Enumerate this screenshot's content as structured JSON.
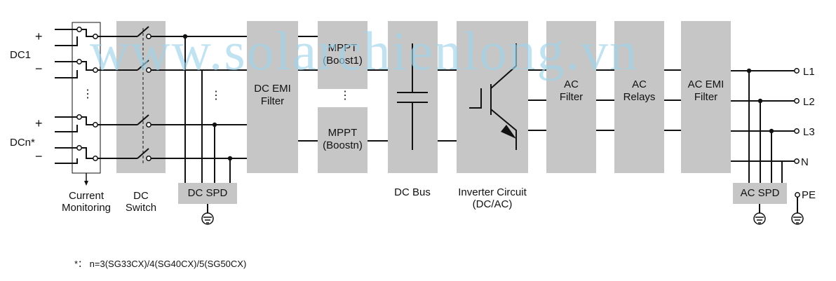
{
  "inputs": {
    "dc1": "DC1",
    "dcn": "DCn*",
    "plus": "+",
    "minus": "−",
    "dots": "⋮"
  },
  "blocks": {
    "current_monitoring": "Current\nMonitoring",
    "dc_switch": "DC\nSwitch",
    "dc_spd": "DC SPD",
    "dc_emi_filter": "DC EMI\nFilter",
    "mppt1": "MPPT\n(Boost1)",
    "mpptn": "MPPT\n(Boostn)",
    "dc_bus": "DC Bus",
    "inverter": "Inverter Circuit\n(DC/AC)",
    "ac_filter": "AC\nFilter",
    "ac_relays": "AC\nRelays",
    "ac_emi_filter": "AC EMI\nFilter",
    "ac_spd": "AC SPD"
  },
  "outputs": {
    "l1": "L1",
    "l2": "L2",
    "l3": "L3",
    "n": "N",
    "pe": "PE"
  },
  "footnote": "*： n=3(SG33CX)/4(SG40CX)/5(SG50CX)",
  "watermark": "www.solarchienlong.vn",
  "colors": {
    "block": "#c6c6c6",
    "wire": "#111111",
    "watermark": "#9fd3ea"
  }
}
